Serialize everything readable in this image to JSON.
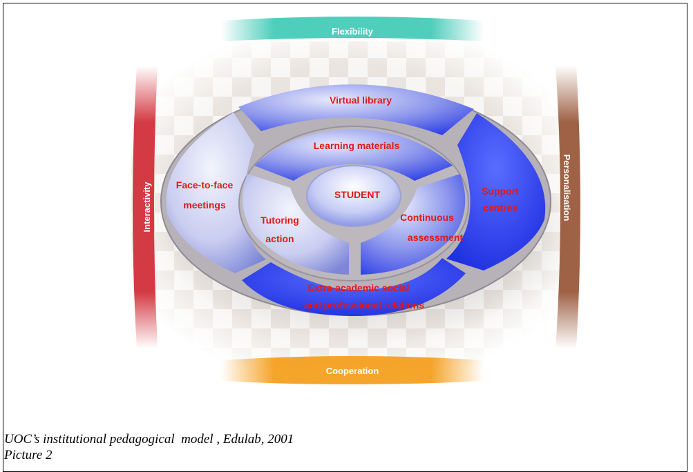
{
  "diagram": {
    "center": "STUDENT",
    "inner_ring": {
      "top": "Learning materials",
      "left_line1": "Tutoring",
      "left_line2": "action",
      "right_line1": "Continuous",
      "right_line2": "assessment"
    },
    "outer_ring": {
      "top": "Virtual library",
      "left_line1": "Face-to-face",
      "left_line2": "meetings",
      "right_line1": "Support",
      "right_line2": "centres",
      "bottom_line1": "Extra-academic social",
      "bottom_line2": "and professional relations"
    },
    "bands": {
      "top": "Flexibility",
      "bottom": "Cooperation",
      "left": "Interactivity",
      "right": "Personalisation"
    },
    "colors": {
      "flexibility": "#3cc9b5",
      "cooperation": "#f5a020",
      "interactivity": "#d2303a",
      "personalisation": "#9a5a3c",
      "segment_blue": "#2a3ff0",
      "label_red": "#e01818"
    }
  },
  "caption": {
    "line1": "UOC’s institutional pedagogical  model , Edulab, 2001",
    "line2": "Picture 2"
  }
}
